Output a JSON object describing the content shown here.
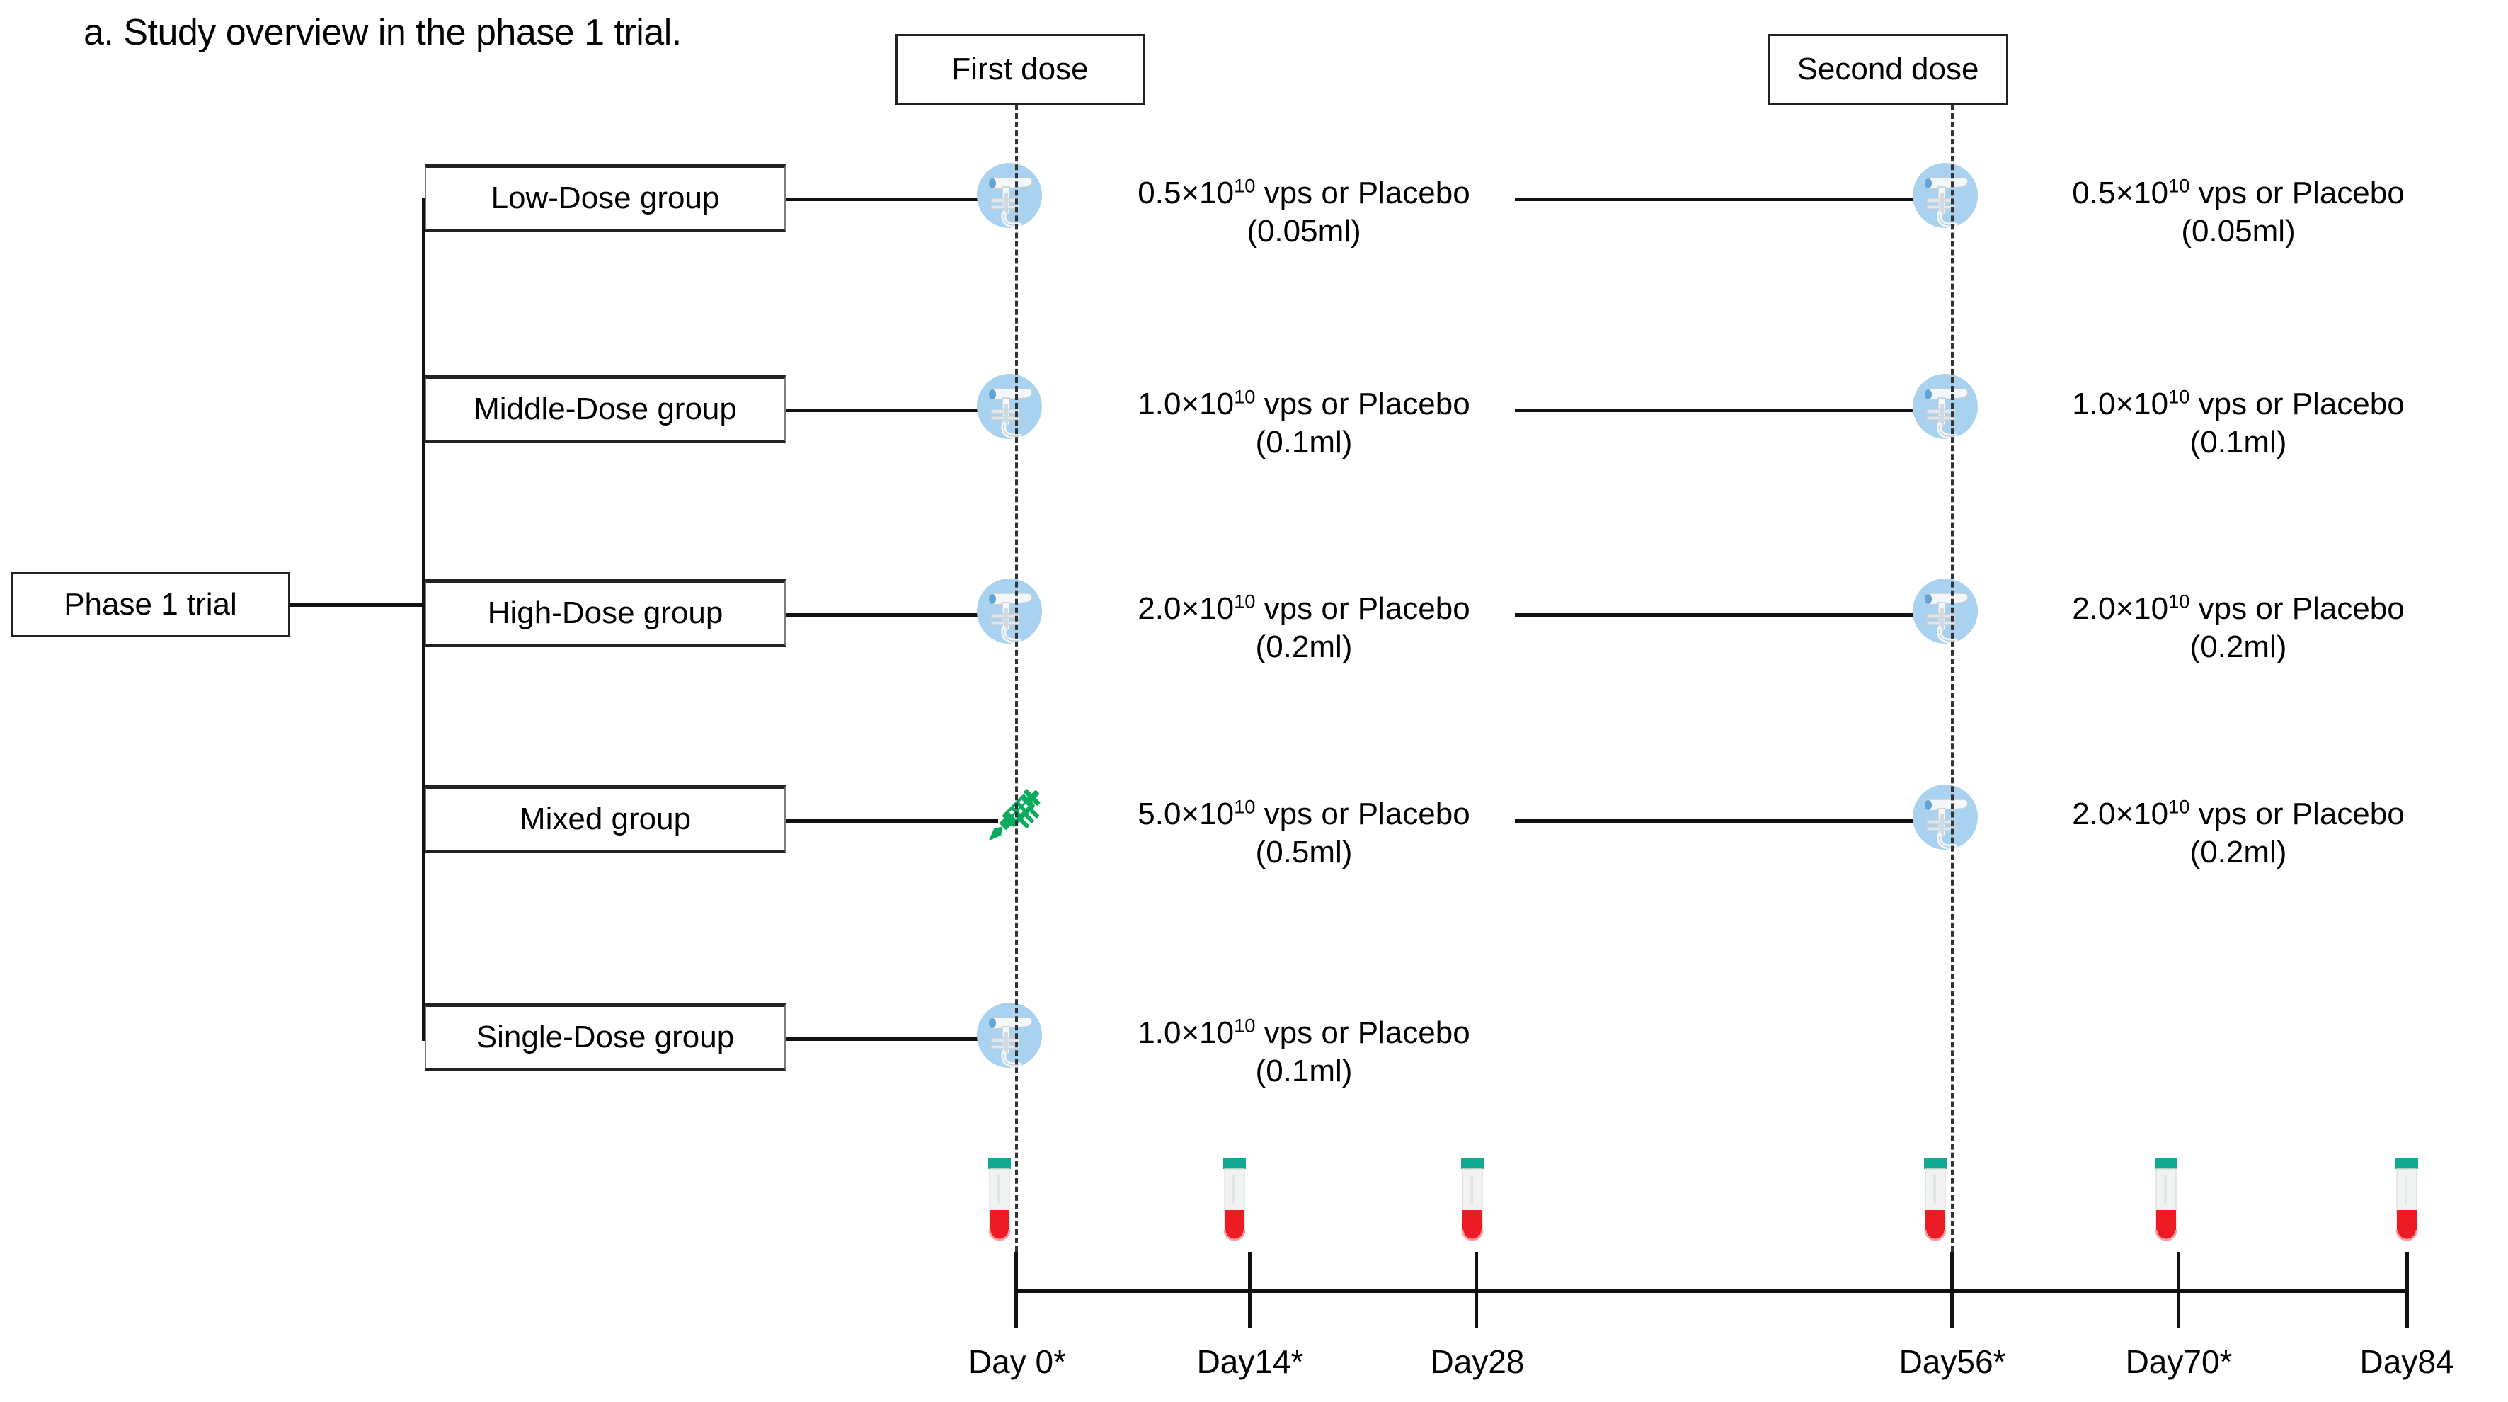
{
  "figure": {
    "panel_label": "a.",
    "title": "a. Study overview in the phase 1 trial."
  },
  "header_boxes": {
    "first_dose": "First dose",
    "second_dose": "Second  dose"
  },
  "root": {
    "label": "Phase 1 trial"
  },
  "groups": [
    {
      "name": "Low-Dose group",
      "first_dose": {
        "icon": "nasal-spray-icon",
        "dose_line1_prefix": "0.5",
        "dose_line1_mid": "10",
        "dose_line1_exp": "10",
        "dose_line1_suffix": "vps  or Placebo",
        "dose_line2": "(0.05ml)"
      },
      "second_dose": {
        "icon": "nasal-spray-icon",
        "dose_line1_prefix": "0.5",
        "dose_line1_mid": "10",
        "dose_line1_exp": "10",
        "dose_line1_suffix": "vps or Placebo",
        "dose_line2": "(0.05ml)"
      }
    },
    {
      "name": "Middle-Dose group",
      "first_dose": {
        "icon": "nasal-spray-icon",
        "dose_line1_prefix": "1.0",
        "dose_line1_mid": "10",
        "dose_line1_exp": "10",
        "dose_line1_suffix": "vps or Placebo",
        "dose_line2": "(0.1ml)"
      },
      "second_dose": {
        "icon": "nasal-spray-icon",
        "dose_line1_prefix": "1.0",
        "dose_line1_mid": "10",
        "dose_line1_exp": "10",
        "dose_line1_suffix": "vps or Placebo",
        "dose_line2": "(0.1ml)"
      }
    },
    {
      "name": "High-Dose group",
      "first_dose": {
        "icon": "nasal-spray-icon",
        "dose_line1_prefix": "2.0",
        "dose_line1_mid": "10",
        "dose_line1_exp": "10",
        "dose_line1_suffix": "vps or Placebo",
        "dose_line2": "(0.2ml)"
      },
      "second_dose": {
        "icon": "nasal-spray-icon",
        "dose_line1_prefix": "2.0",
        "dose_line1_mid": "10",
        "dose_line1_exp": "10",
        "dose_line1_suffix": "vps or Placebo",
        "dose_line2": "(0.2ml)"
      }
    },
    {
      "name": "Mixed group",
      "first_dose": {
        "icon": "syringe-icon",
        "dose_line1_prefix": "5.0",
        "dose_line1_mid": "10",
        "dose_line1_exp": "10",
        "dose_line1_suffix": "vps or Placebo",
        "dose_line2": "(0.5ml)"
      },
      "second_dose": {
        "icon": "nasal-spray-icon",
        "dose_line1_prefix": "2.0",
        "dose_line1_mid": "10",
        "dose_line1_exp": "10",
        "dose_line1_suffix": "vps or Placebo",
        "dose_line2": "(0.2ml)"
      }
    },
    {
      "name": "Single-Dose group",
      "first_dose": {
        "icon": "nasal-spray-icon",
        "dose_line1_prefix": "1.0",
        "dose_line1_mid": "10",
        "dose_line1_exp": "10",
        "dose_line1_suffix": "vps or Placebo",
        "dose_line2": "(0.1ml)"
      },
      "second_dose": null
    }
  ],
  "timeline": {
    "ticks": [
      {
        "label": "Day 0*"
      },
      {
        "label": "Day14*"
      },
      {
        "label": "Day28"
      },
      {
        "label": "Day56*"
      },
      {
        "label": "Day70*"
      },
      {
        "label": "Day84"
      }
    ],
    "sample_icon": "blood-collection-tube-icon"
  },
  "colors": {
    "spray_circle": "#a8d2ef",
    "spray_device": "#f2f5f7",
    "syringe": "#0bab5f",
    "tube_cap": "#10a88e",
    "tube_blood": "#ed1c24",
    "line": "#111111"
  }
}
